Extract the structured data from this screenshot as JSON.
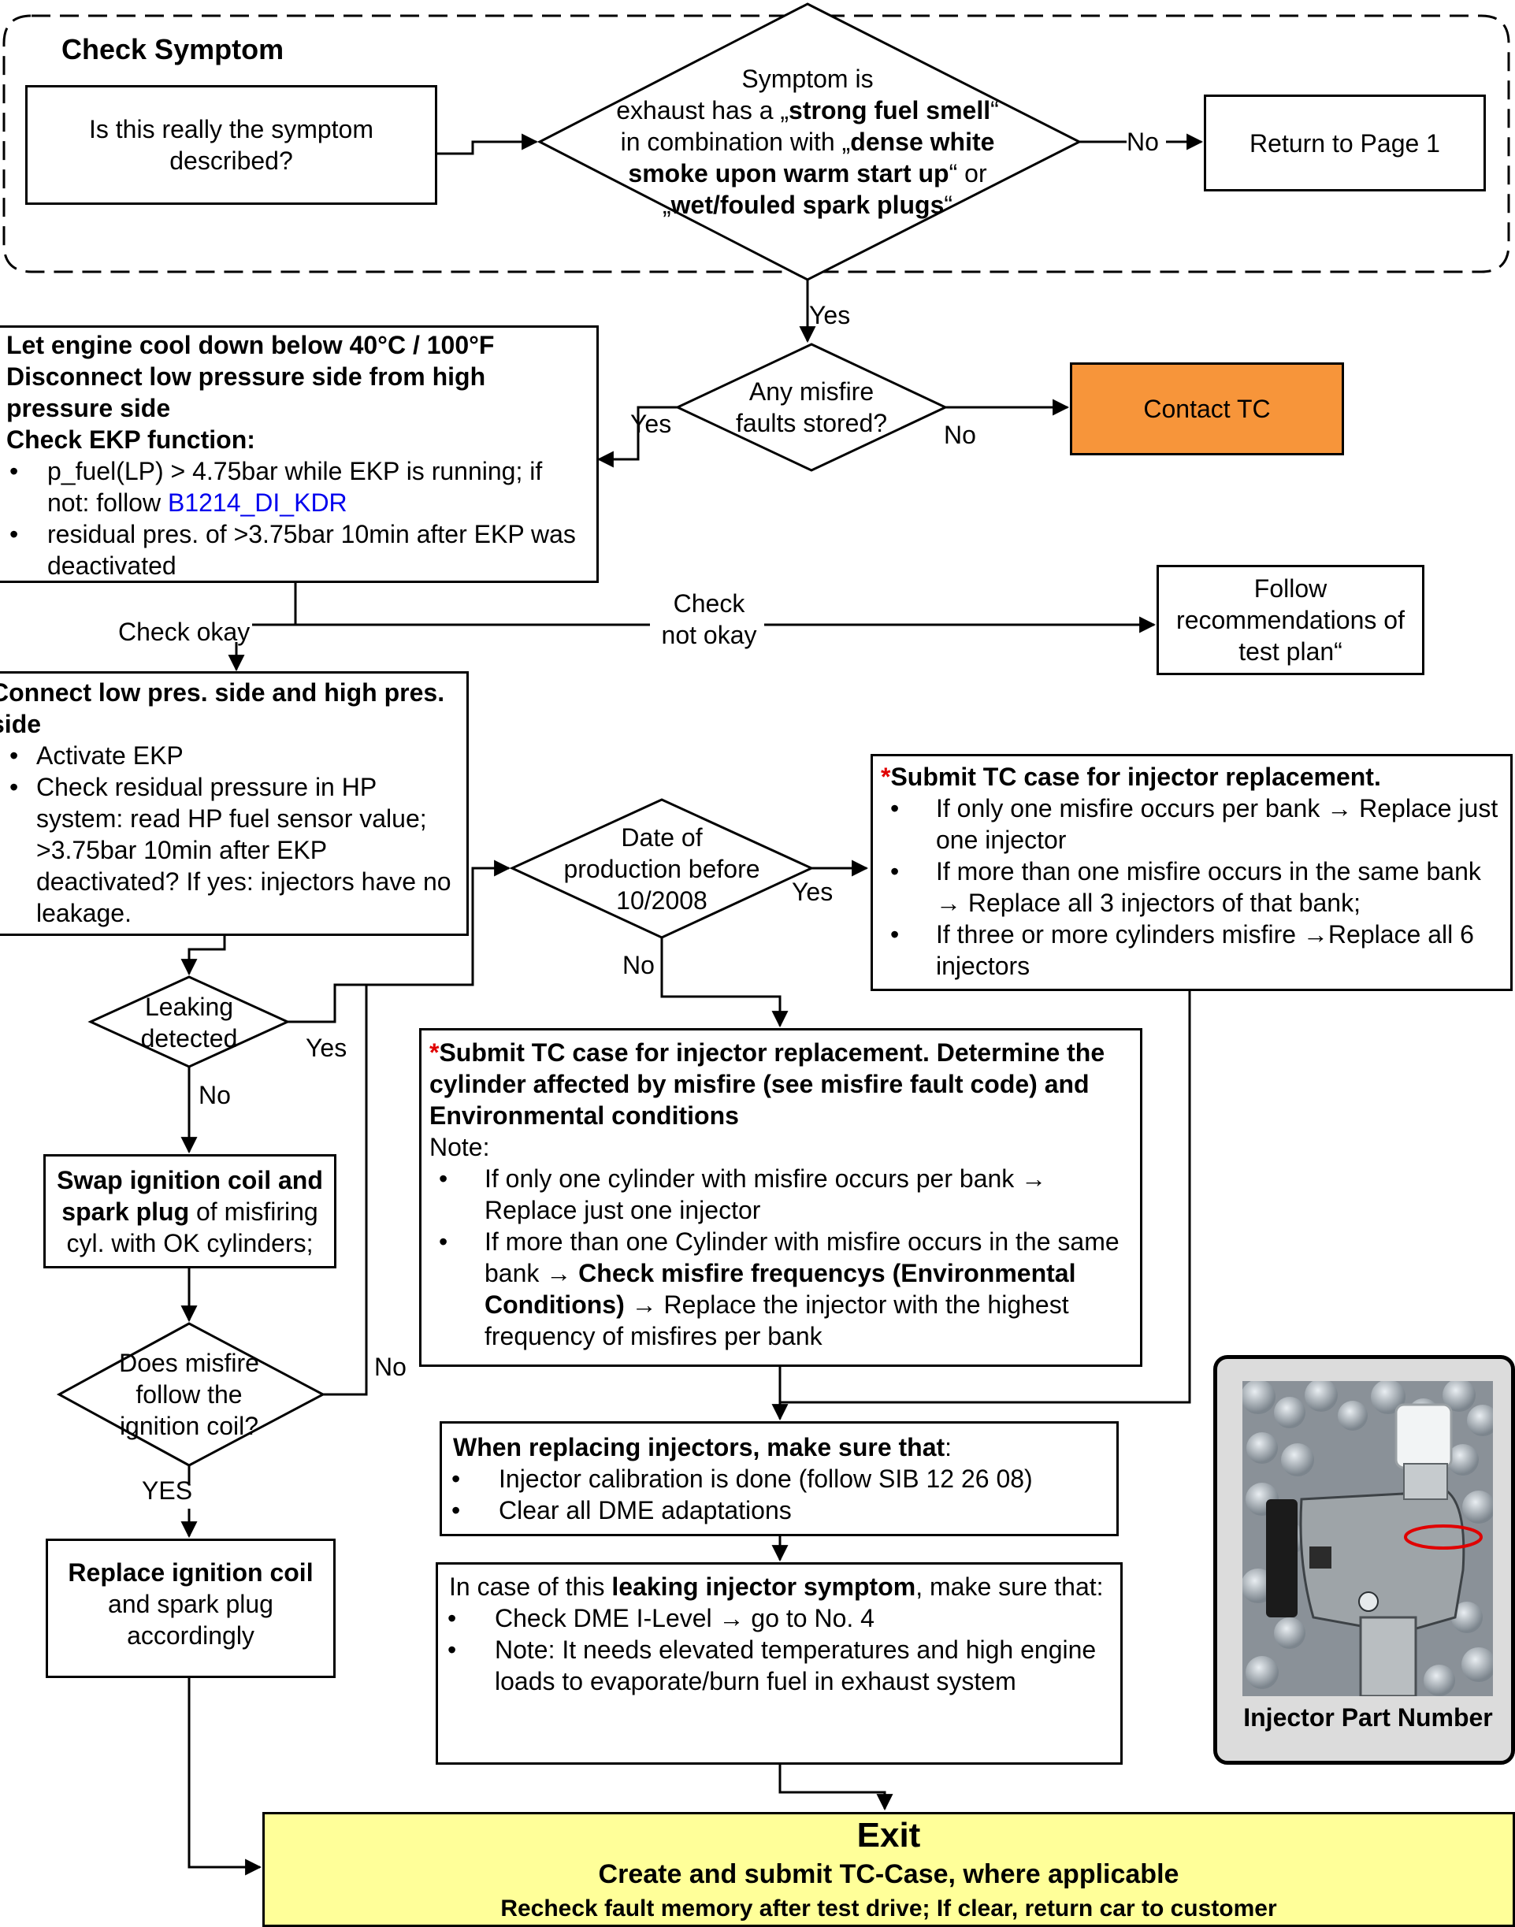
{
  "colors": {
    "orange": "#f7953a",
    "yellow": "#ffff99",
    "blue_link": "#0000ee",
    "red_asterisk": "#e00000",
    "photo_panel": "#dcdcdc"
  },
  "symptom_group": {
    "title": "Check Symptom"
  },
  "boxes": {
    "is_symptom": "Is this really the symptom described?",
    "return_page1": "Return to Page 1",
    "contact_tc": "Contact TC",
    "follow_recs": "Follow recommendations of test plan“",
    "cool_down": {
      "heading1": "Let engine cool down below 40°C / 100°F",
      "heading2": "Disconnect low pressure side from high pressure side",
      "heading3": "Check EKP function:",
      "b1_prefix": "p_fuel(LP) > 4.75bar while EKP is running; if not: follow ",
      "b1_link": "B1214_DI_KDR",
      "b2": "residual pres. of >3.75bar 10min after EKP was deactivated"
    },
    "connect": {
      "heading": "Connect low pres. side and high pres. side",
      "b1": "Activate EKP",
      "b2": "Check residual pressure in HP system: read HP fuel sensor value; >3.75bar 10min after EKP deactivated? If yes: injectors have no leakage."
    },
    "submit_tc_top": {
      "asterisk": "*",
      "heading": "Submit TC case for injector replacement.",
      "b1": "If only one misfire occurs per bank → Replace just one injector",
      "b2": "If more than one misfire occurs in the same bank → Replace all 3 injectors of that bank;",
      "b3": "If three or more cylinders misfire →Replace all 6 injectors"
    },
    "submit_tc_mid": {
      "asterisk": "*",
      "heading": "Submit TC case for injector replacement. Determine the cylinder affected by misfire (see misfire fault code) and Environmental conditions",
      "note": "Note:",
      "b1": "If only one cylinder with misfire occurs per bank → Replace just one injector",
      "b2_pre": "If more than one Cylinder with misfire occurs in the same bank → ",
      "b2_bold": "Check misfire frequencys (Environmental Conditions)",
      "b2_post": " → Replace the injector with the highest frequency of misfires per bank"
    },
    "swap": {
      "bold1": "Swap ignition coil and spark plug",
      "rest": " of misfiring cyl. with OK cylinders;"
    },
    "replace_coil": {
      "bold": "Replace ignition coil",
      "rest": " and spark plug accordingly"
    },
    "when_replacing": {
      "heading": "When replacing injectors, make sure that",
      "colon": ":",
      "b1": "Injector calibration is done (follow SIB 12 26 08)",
      "b2": "Clear all DME adaptations"
    },
    "leaking_case": {
      "pre": "In case of this ",
      "bold": "leaking injector symptom",
      "post": ", make sure that:",
      "b1": "Check DME I-Level → go to No. 4",
      "b2": "Note: It needs elevated temperatures and high engine loads to evaporate/burn fuel in exhaust system"
    },
    "exit": {
      "title": "Exit",
      "line1": "Create and submit TC-Case, where applicable",
      "line2": "Recheck fault memory after test drive; If clear, return car to customer"
    }
  },
  "decisions": {
    "symptom": {
      "l1": "Symptom is",
      "l2_pre": "exhaust has a „",
      "l2_bold": "strong fuel smell",
      "l2_post": "“",
      "l3_pre": "in combination with „",
      "l3_bold": "dense white",
      "l4_bold": "smoke upon warm start up",
      "l4_post": "“ or",
      "l5_pre": "„",
      "l5_bold": "wet/fouled spark plugs",
      "l5_post": "“"
    },
    "misfire_stored": "Any misfire faults stored?",
    "date_prod": "Date of production before 10/2008",
    "leaking": "Leaking detected",
    "misfire_follow": "Does misfire follow the ignition coil?"
  },
  "labels": {
    "no_return": "No",
    "yes_down": "Yes",
    "yes_left": "Yes",
    "no_contact": "No",
    "check_okay": "Check okay",
    "check_not_okay": "Check not okay",
    "yes_date": "Yes",
    "no_date": "No",
    "yes_leak": "Yes",
    "no_leak": "No",
    "no_follow": "No",
    "yes_follow": "YES"
  },
  "photo": {
    "caption": "Injector Part Number",
    "image_icon": "injector-photo-icon"
  }
}
